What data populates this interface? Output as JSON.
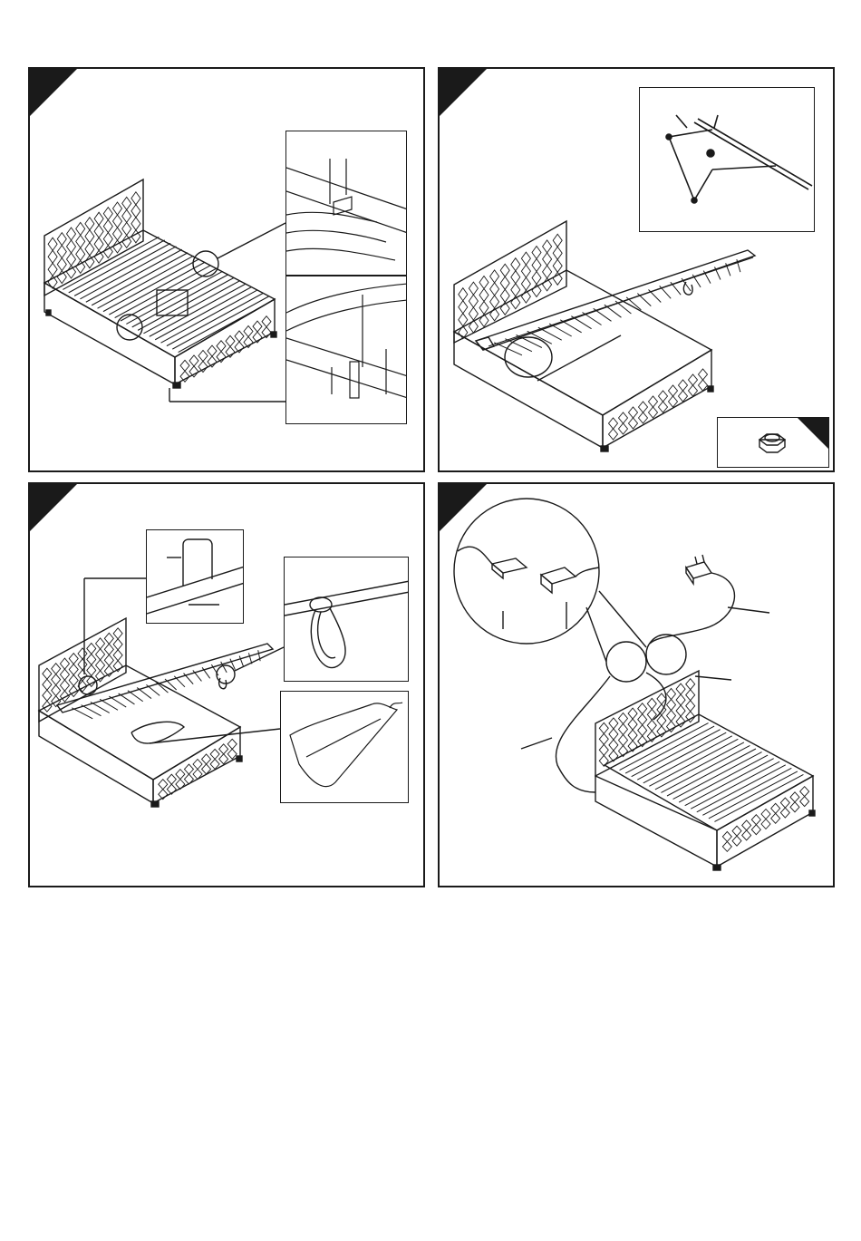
{
  "page": {
    "background": "#ffffff",
    "line_color": "#1a1a1a"
  },
  "steps": [
    {
      "id": "step-1",
      "insets": [
        "slat-connector-detail",
        "slat-leg-detail"
      ]
    },
    {
      "id": "step-2",
      "insets": [
        "gas-strut-detail",
        "nut-detail"
      ]
    },
    {
      "id": "step-3",
      "insets": [
        "latch-detail",
        "pull-strap-detail",
        "storage-bag-detail"
      ]
    },
    {
      "id": "step-4",
      "insets": [
        "connector-detail"
      ]
    }
  ],
  "icons": [
    "step-corner-tab",
    "bed-frame-icon",
    "magnifier-circle",
    "lock-nut-icon",
    "power-adapter-icon",
    "plug-connector-icon",
    "pull-strap-icon",
    "storage-bag-icon"
  ]
}
